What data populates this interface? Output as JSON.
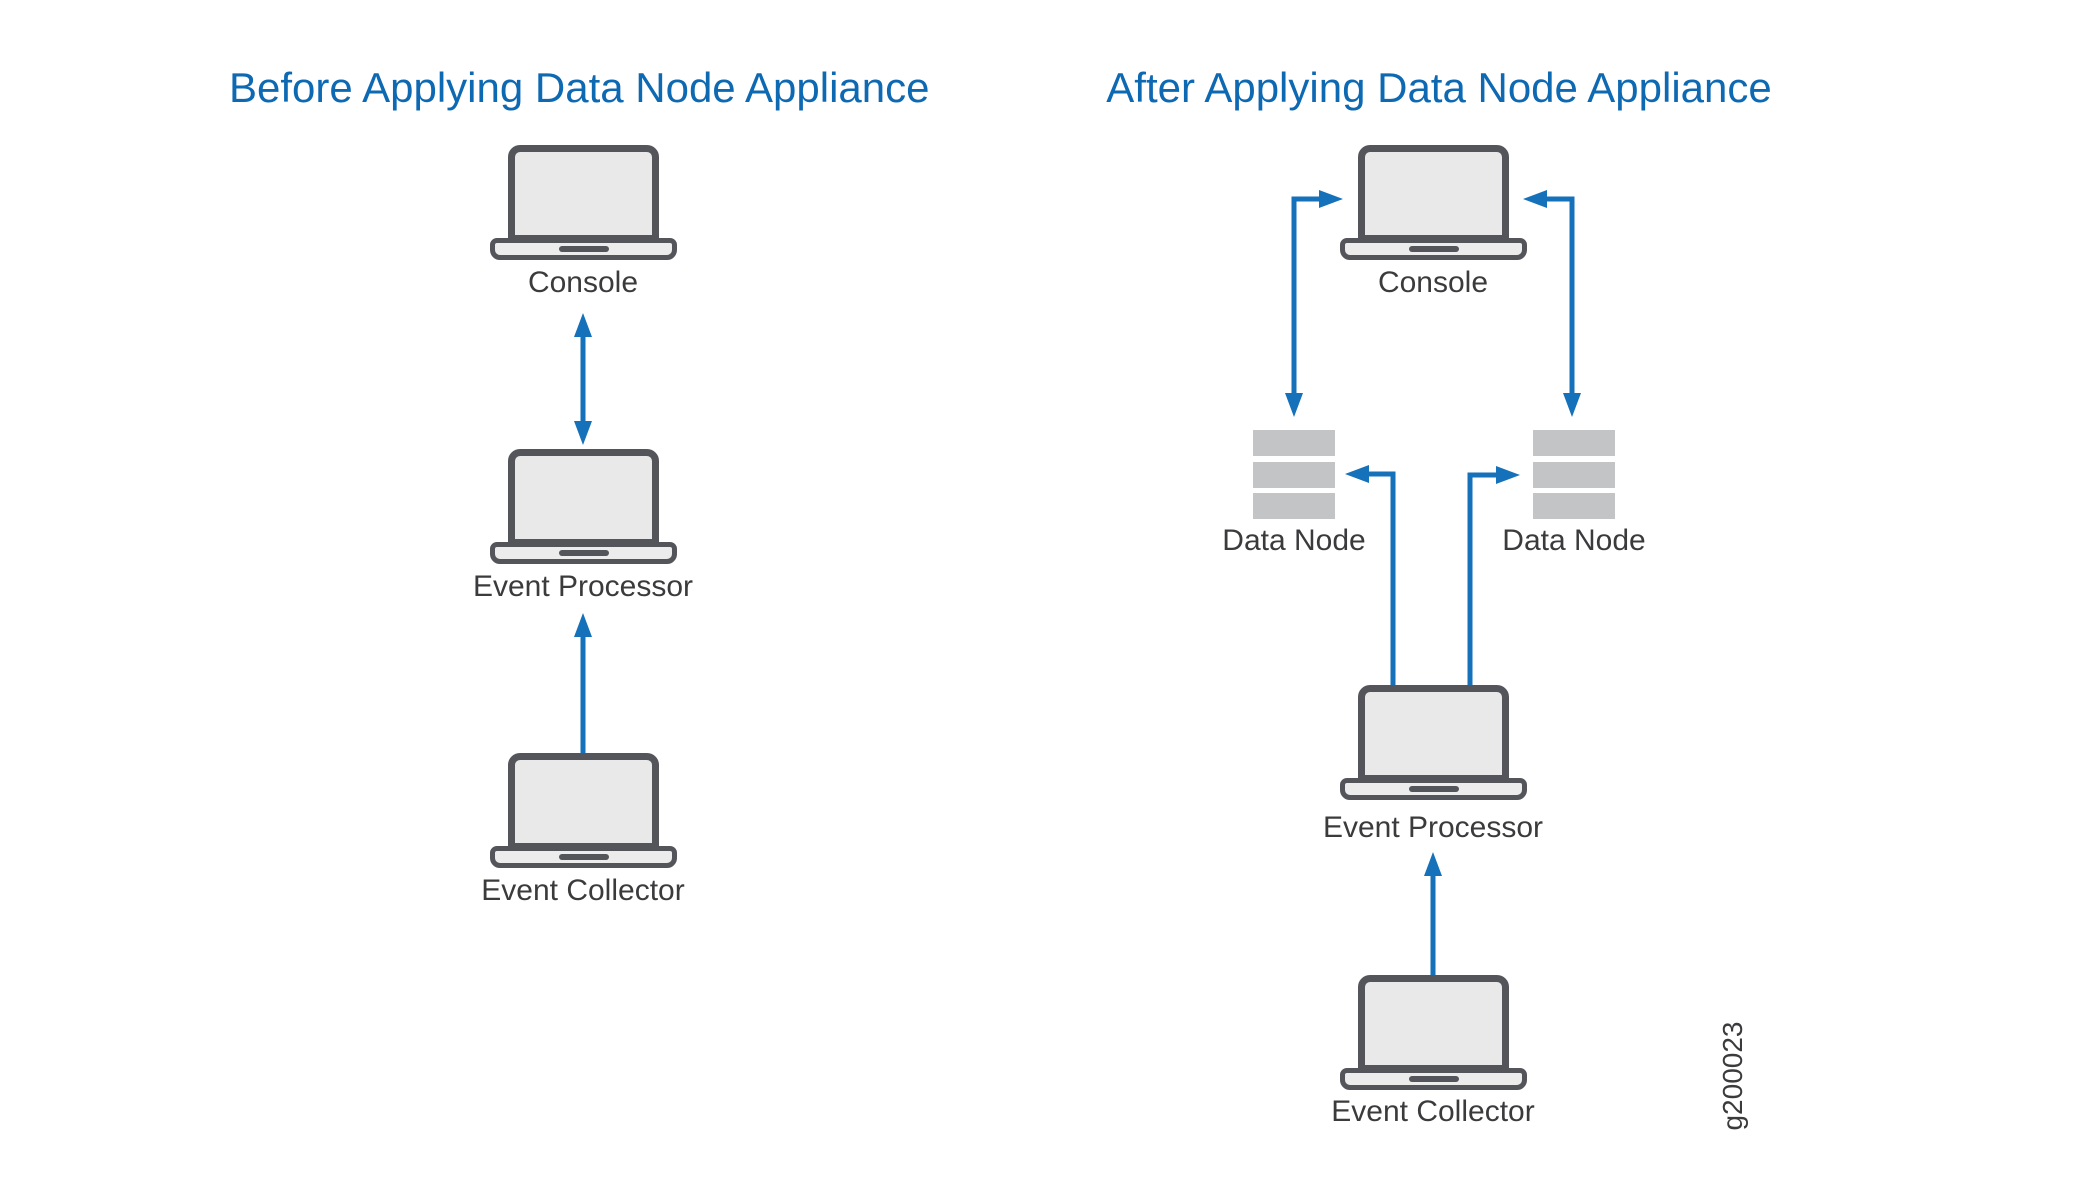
{
  "figure": {
    "id_label": "g200023",
    "colors": {
      "title_blue": "#0E69B3",
      "arrow_blue": "#1571B9",
      "device_outline_gray": "#54555A",
      "device_fill_gray": "#E9E9E9",
      "datanode_gray": "#C3C4C5",
      "label_gray": "#3B3B3D",
      "background": "#FFFFFF"
    },
    "panels": [
      {
        "title": "Before Applying Data Node Appliance",
        "nodes": [
          {
            "type": "laptop",
            "label": "Console"
          },
          {
            "type": "laptop",
            "label": "Event Processor"
          },
          {
            "type": "laptop",
            "label": "Event Collector"
          }
        ],
        "connections": [
          {
            "from": "Console",
            "to": "Event Processor",
            "style": "vertical-double-arrow"
          },
          {
            "from": "Event Collector",
            "to": "Event Processor",
            "style": "vertical-arrow-up"
          }
        ]
      },
      {
        "title": "After Applying Data Node Appliance",
        "nodes": [
          {
            "type": "laptop",
            "label": "Console"
          },
          {
            "type": "datanode",
            "label": "Data Node"
          },
          {
            "type": "datanode",
            "label": "Data Node"
          },
          {
            "type": "laptop",
            "label": "Event Processor"
          },
          {
            "type": "laptop",
            "label": "Event Collector"
          }
        ],
        "connections": [
          {
            "from": "Console",
            "to": "Data Node (left)",
            "style": "elbow-double-arrow"
          },
          {
            "from": "Console",
            "to": "Data Node (right)",
            "style": "elbow-double-arrow"
          },
          {
            "from": "Event Processor",
            "to": "Data Node (left)",
            "style": "elbow-arrow"
          },
          {
            "from": "Event Processor",
            "to": "Data Node (right)",
            "style": "elbow-arrow"
          },
          {
            "from": "Event Collector",
            "to": "Event Processor",
            "style": "vertical-arrow-up"
          }
        ]
      }
    ]
  }
}
